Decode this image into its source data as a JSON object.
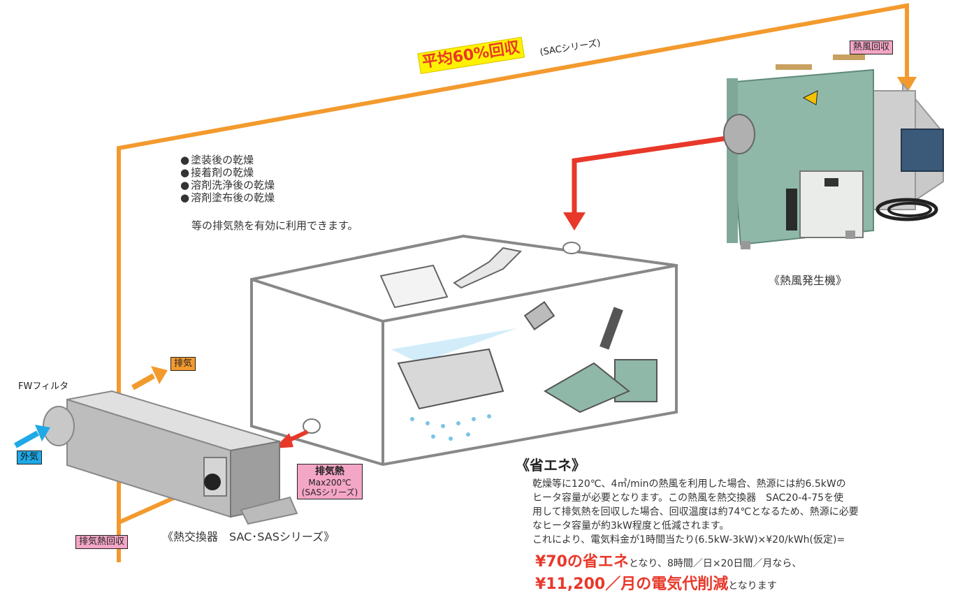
{
  "average_recovery": {
    "highlight": "平均60%回収",
    "series_note": "(SACシリーズ)"
  },
  "tags": {
    "hot_air_recovery": "熱風回収",
    "exhaust": "排気",
    "outside_air": "外気",
    "exhaust_heat_recovery": "排気熱回収"
  },
  "exhaust_heat": {
    "title": "排気熱",
    "max_temp": "Max200℃",
    "series": "(SASシリーズ)"
  },
  "filter_label": "FWフィルタ",
  "captions": {
    "heat_generator": "《熱風発生機》",
    "heat_exchanger": "《熱交換器　SAC･SASシリーズ》"
  },
  "applications": {
    "items": [
      "塗装後の乾燥",
      "接着剤の乾燥",
      "溶剤洗浄後の乾燥",
      "溶剤塗布後の乾燥"
    ],
    "note": "等の排気熱を有効に利用できます。"
  },
  "energy_saving": {
    "title": "《省エネ》",
    "lines": [
      "乾燥等に120℃、4㎥/minの熱風を利用した場合、熱源には約6.5kWの",
      "ヒータ容量が必要となります。この熱風を熱交換器　SAC20-4-75を使",
      "用して排気熱を回収した場合、回収温度は約74℃となるため、熱源に必要",
      "なヒータ容量が約3kW程度と低減されます。",
      "これにより、電気料金が1時間当たり(6.5kW-3kW)×¥20/kWh(仮定)="
    ],
    "result1_big": "¥70の省エネ",
    "result1_rest": "となり、8時間／日×20日間／月なら、",
    "result2_big": "¥11,200／月の電気代削減",
    "result2_rest": "となります"
  },
  "colors": {
    "orange_duct": "#f39a2e",
    "red_arrow": "#e8382a",
    "blue_arrow": "#1fa9e6",
    "pink_tag": "#f4a6c6",
    "machine_green": "#8fb8a8",
    "box_outline": "#888888"
  }
}
